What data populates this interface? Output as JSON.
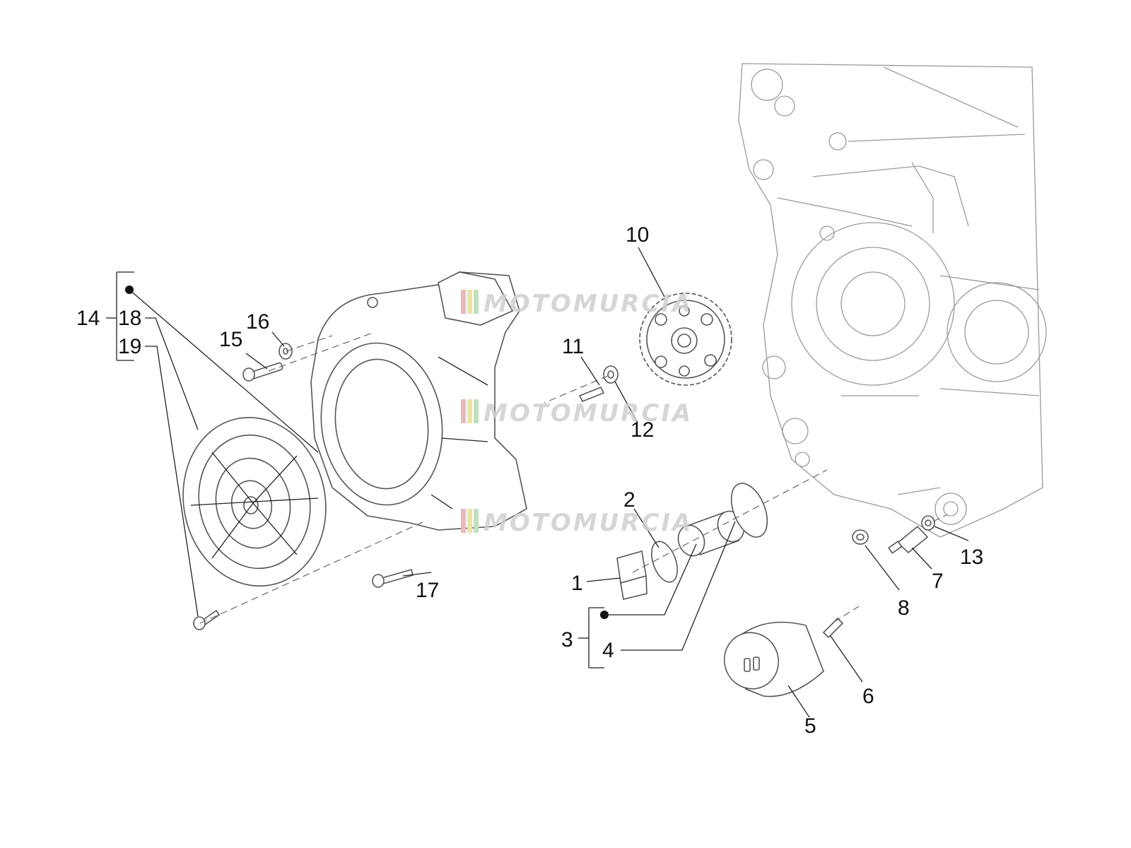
{
  "diagram": {
    "labels": {
      "l1": "1",
      "l2": "2",
      "l3": "3",
      "l4": "4",
      "l5": "5",
      "l6": "6",
      "l7": "7",
      "l8": "8",
      "l10": "10",
      "l11": "11",
      "l12": "12",
      "l13": "13",
      "l14": "14",
      "l15": "15",
      "l16": "16",
      "l17": "17",
      "l18": "18",
      "l19": "19"
    }
  },
  "watermark": {
    "text": "MOTOMURCIA"
  },
  "colors": {
    "line": "#222222",
    "part": "#555555",
    "ghost": "#9a9a9a",
    "watermark": "#cfcfcf"
  }
}
